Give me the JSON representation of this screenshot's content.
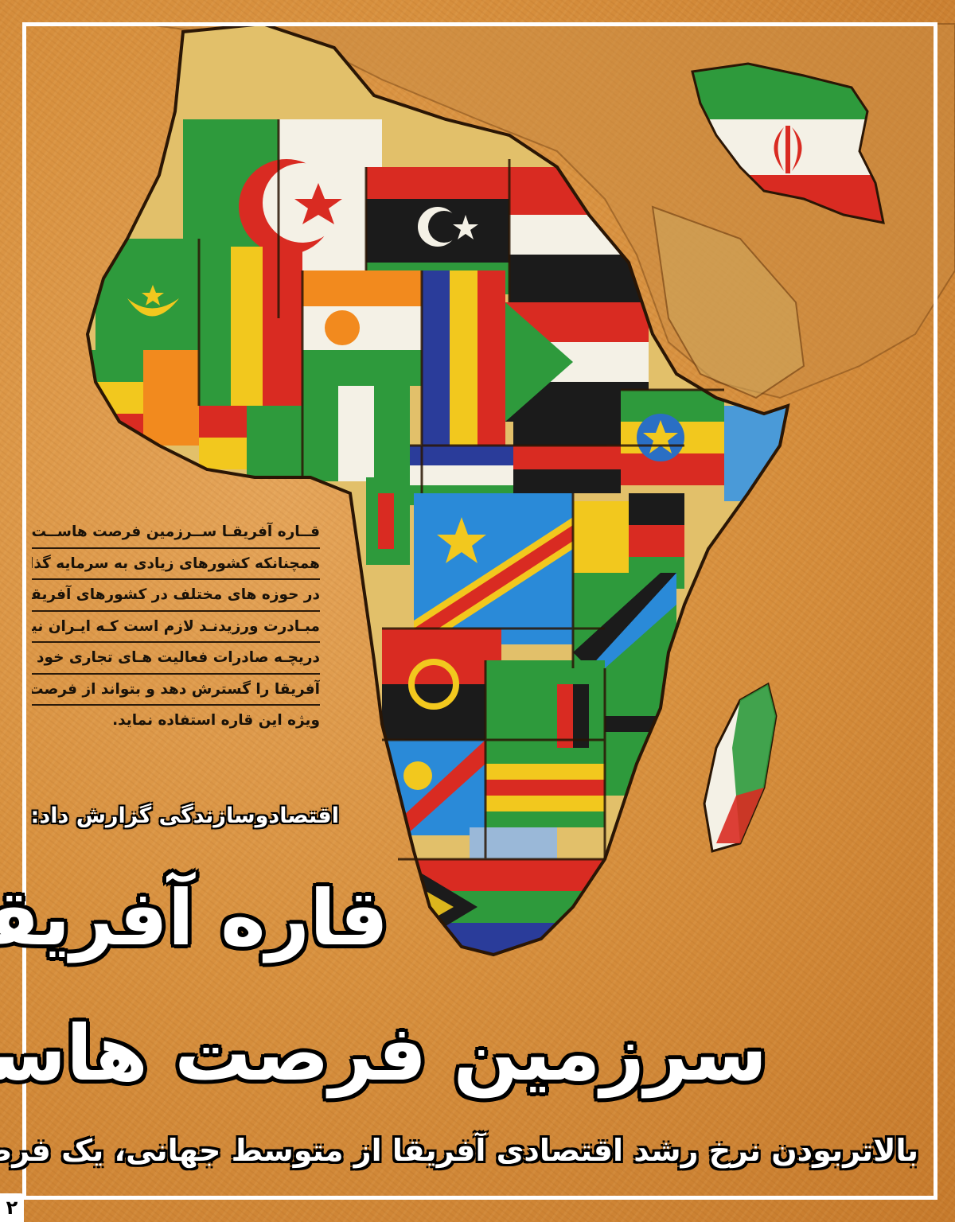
{
  "article": {
    "intro_lines": [
      "قــاره آفریقـا ســرزمین فرصت هاســت،",
      "همچنانکه کشورهای زیادی به سرمایه گذاری",
      "در حوزه های مختلف در کشورهای آفریقایی",
      "مبـادرت ورزیدنـد لازم است کـه ایـران نیز از",
      "دریچـه صادرات فعالیت هـای تجاری خود با",
      "آفریقا را گسترش دهد و بتواند از فرصت های",
      "ویژه این قاره استفاده نماید."
    ],
    "reporter_line": "اقتصادوسازندگی گزارش داد:",
    "headline_line1": "قاره آفریقا",
    "headline_line2": "سرزمین فرصت هاست",
    "subtitle": "بالاتربودن نرخ رشد اقتصادی آفریقا از متوسط جهانی، یک فرصت است"
  },
  "page_number": "۲",
  "illustration": {
    "subject": "africa-flag-map",
    "highlight": "iran-flag-map",
    "colors": {
      "paper": "#d8913f",
      "border": "#ffffff",
      "flag_green": "#2e9a3c",
      "flag_red": "#d92b22",
      "flag_white": "#f4f1e6",
      "flag_yellow": "#f2c81e",
      "flag_black": "#1b1b1b",
      "flag_blue": "#2a6fc4"
    }
  }
}
